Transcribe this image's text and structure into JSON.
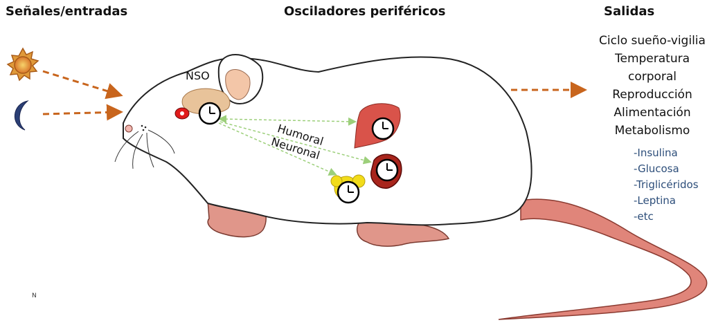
{
  "headers": {
    "inputs": "Señales/entradas",
    "oscillators": "Osciladores periféricos",
    "outputs": "Salidas"
  },
  "outputs_main": [
    "Ciclo sueño-vigilia",
    "Temperatura",
    "corporal",
    "Reproducción",
    "Alimentación",
    "Metabolismo"
  ],
  "outputs_sub": [
    "-Insulina",
    "-Glucosa",
    "-Triglicéridos",
    "-Leptina",
    "-etc"
  ],
  "labels": {
    "nso": "NSO",
    "humoral": "Humoral",
    "neuronal": "Neuronal",
    "corner_mark": "N"
  },
  "colors": {
    "input_arrow": "#c8651d",
    "signal_arrow": "#9ccf7a",
    "sub_text": "#2d4e7a",
    "liver": "#d9534a",
    "adrenal": "#a8251c",
    "fat": "#f2dc1a",
    "tail": "#e0857a",
    "paw": "#e0968a"
  },
  "icons": [
    "sun-icon",
    "moon-icon",
    "clock-icon"
  ]
}
